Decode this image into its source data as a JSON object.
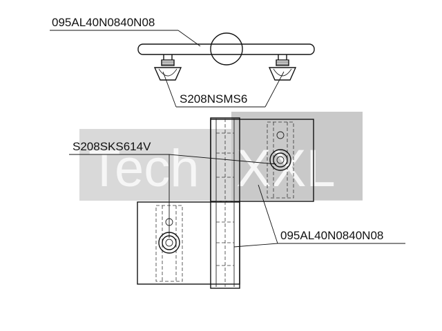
{
  "labels": {
    "top_part": "095AL40N0840N08",
    "nut": "S208NSMS6",
    "screw": "S208SKS614V",
    "hinge_part": "095AL40N0840N08"
  },
  "watermark": {
    "text_left": "Tech",
    "text_right": "XXL"
  },
  "colors": {
    "line": "#111111",
    "watermark_band": "#c8c8c8",
    "watermark_box": "#d8d8d8",
    "hinge_fill": "#f4f4f4"
  }
}
